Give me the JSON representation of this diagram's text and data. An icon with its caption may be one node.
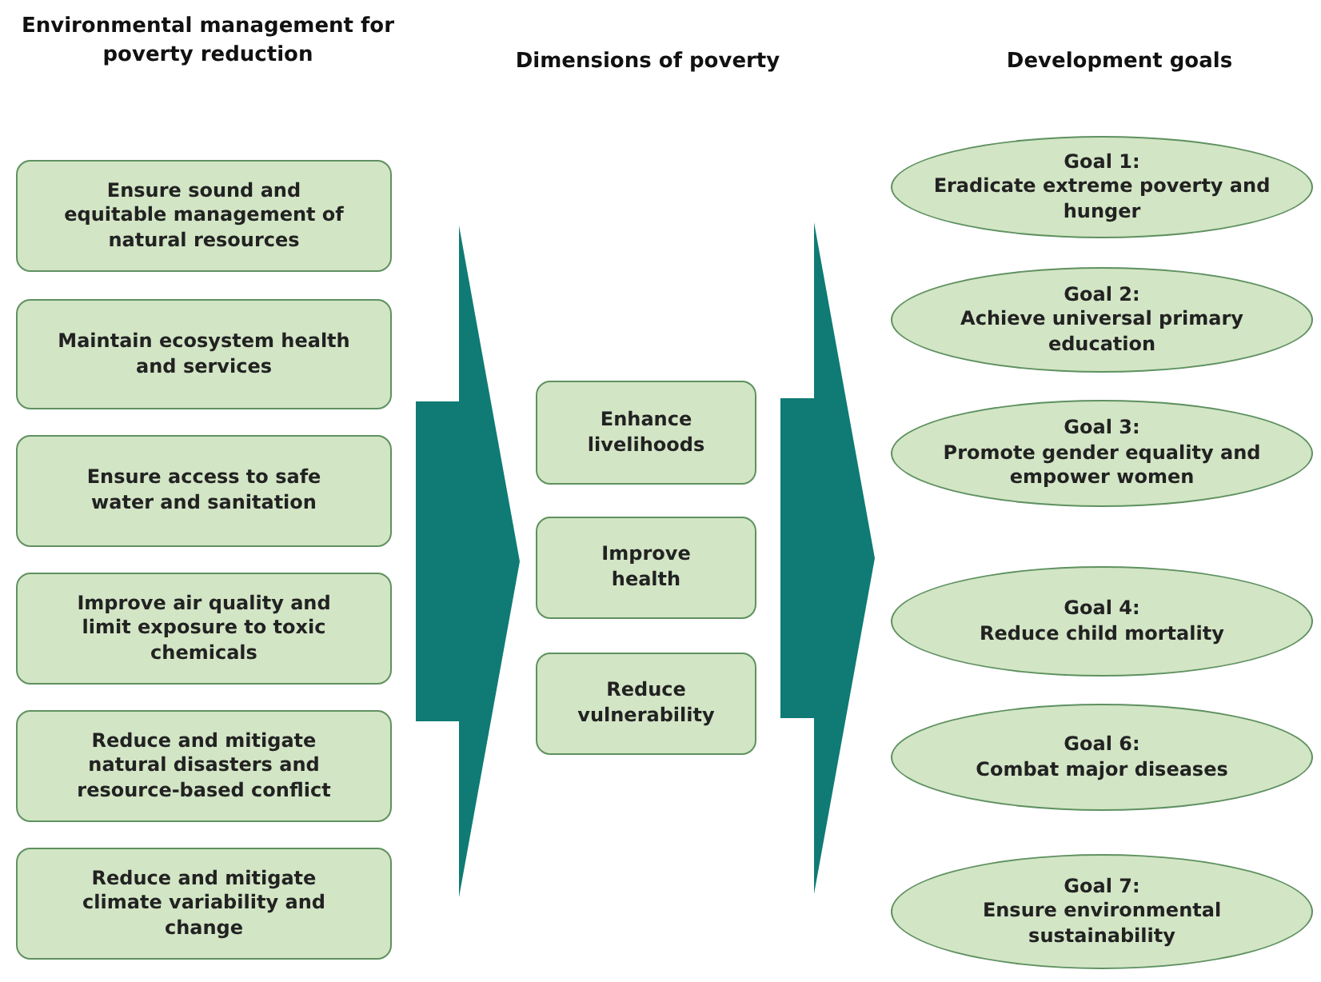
{
  "diagram": {
    "nodes": [
      {
        "text": [
          "Ensure sound and equitable management of natural resources"
        ]
      },
      {
        "text": [
          "Maintain ecosystem health and services"
        ]
      },
      {
        "text": [
          "Ensure access to safe water and sanitation"
        ]
      },
      {
        "text": [
          "Improve air quality and limit exposure to toxic chemicals"
        ]
      },
      {
        "text": [
          "Reduce and mitigate natural disasters and resource-based conflict"
        ]
      },
      {
        "text": [
          "Reduce and mitigate climate variability and change"
        ]
      },
      {
        "text": [
          "Enhance livelihoods"
        ]
      },
      {
        "text": [
          "Improve health"
        ]
      },
      {
        "text": [
          "Reduce vulnerability"
        ]
      },
      {
        "text": [
          "Goal 1:",
          "Eradicate extreme poverty and hunger"
        ]
      },
      {
        "text": [
          "Goal 2:",
          "Achieve universal primary education"
        ]
      },
      {
        "text": [
          "Goal 3:",
          "Promote gender equality and empower women"
        ]
      },
      {
        "text": [
          "Goal 4:",
          "Reduce child mortality"
        ]
      },
      {
        "text": [
          "Goal 6:",
          "Combat major diseases"
        ]
      },
      {
        "text": [
          "Goal 7:",
          "Ensure environmental sustainability"
        ]
      }
    ],
    "edges": [
      {
        "from": 3,
        "to": 7,
        "arrow": "to",
        "style": "thick"
      },
      {
        "from": 7,
        "to": 12,
        "arrow": "to",
        "style": "thick"
      }
    ],
    "labels": [
      "Environmental management for poverty reduction",
      "Dimensions of poverty",
      "Development goals"
    ]
  }
}
